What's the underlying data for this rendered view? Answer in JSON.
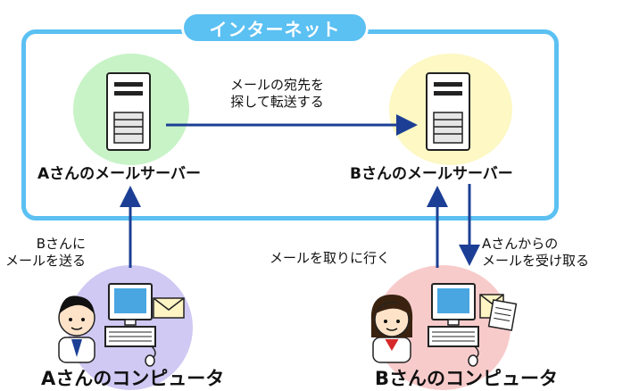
{
  "internet": {
    "label": "インターネット"
  },
  "server_a": {
    "label": "Aさんのメールサーバー"
  },
  "server_b": {
    "label": "Bさんのメールサーバー"
  },
  "transfer_note": {
    "line1": "メールの宛先を",
    "line2": "探して転送する"
  },
  "send_note": {
    "line1": "Bさんに",
    "line2": "メールを送る"
  },
  "fetch_note": {
    "text": "メールを取りに行く"
  },
  "receive_note": {
    "line1": "Aさんからの",
    "line2": "メールを受け取る"
  },
  "computer_a": {
    "label": "Aさんのコンピュータ"
  },
  "computer_b": {
    "label": "Bさんのコンピュータ"
  },
  "colors": {
    "internet": "#5bc0f2",
    "arrow": "#1c3f95",
    "server_a_disc": "#c8f3c7",
    "server_b_disc": "#fdf8c4",
    "computer_a_disc": "#cfc9f3",
    "computer_b_disc": "#f8cbcb"
  }
}
